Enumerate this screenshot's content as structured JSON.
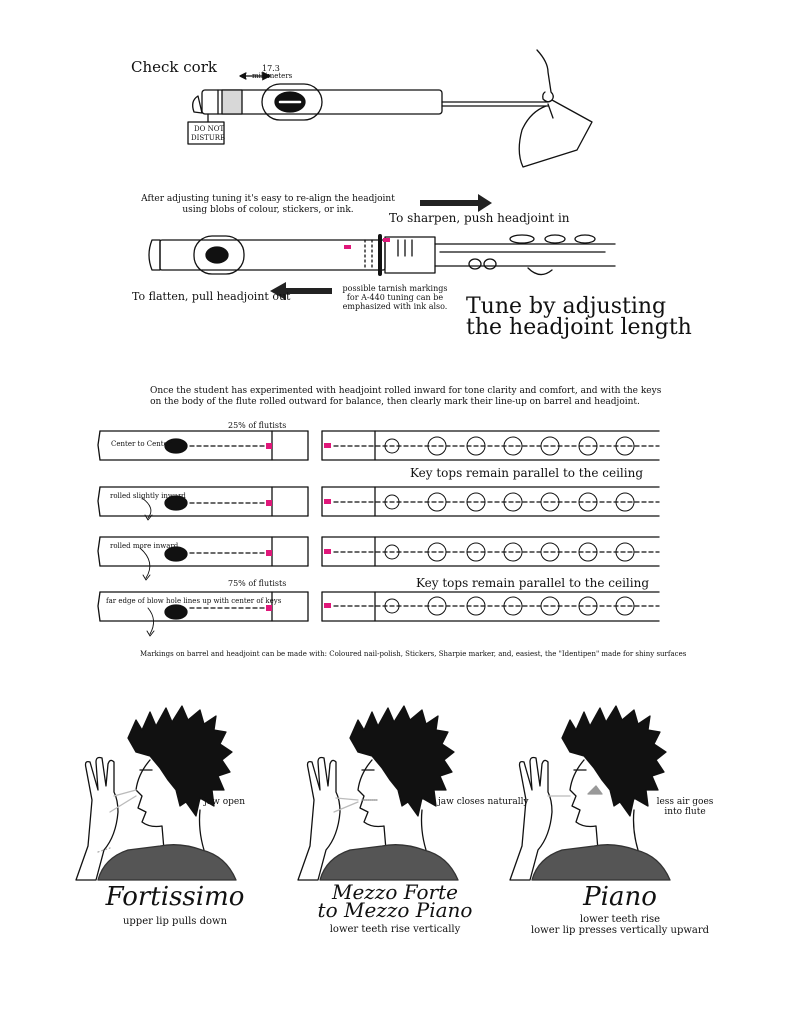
{
  "section_cork": {
    "title": "Check cork",
    "measurement_value": "17.3",
    "measurement_unit": "millimeters",
    "tag_line1": "DO NOT",
    "tag_line2": "DISTURB"
  },
  "section_tuning": {
    "realign_note_line1": "After adjusting tuning it's easy to re-align the headjoint",
    "realign_note_line2": "using blobs of colour, stickers, or ink.",
    "sharpen_label": "To sharpen, push headjoint in",
    "flatten_label": "To flatten, pull headjoint out",
    "tarnish_line1": "possible tarnish markings",
    "tarnish_line2": "for A-440 tuning can be",
    "tarnish_line3": "emphasized with ink also.",
    "heading_line1": "Tune by adjusting",
    "heading_line2": "the headjoint length"
  },
  "section_alignment": {
    "intro_line1": "Once the student has experimented with headjoint rolled inward for tone clarity and comfort, and with the keys",
    "intro_line2": "on the body of the flute rolled outward for balance, then clearly mark their line-up on barrel and headjoint.",
    "pct_25": "25% of flutists",
    "pct_75": "75% of flutists",
    "row1_label": "Center to Center",
    "row2_label": "rolled slightly inward",
    "row3_label": "rolled more inward",
    "row4_label": "far edge of blow hole lines up with center of keys",
    "key_tops_1": "Key tops remain parallel to the ceiling",
    "key_tops_2": "Key tops remain parallel to the ceiling",
    "markings_note": "Markings on barrel and headjoint can be made with: Coloured nail-polish, Stickers, Sharpie marker, and, easiest, the \"Identipen\" made for shiny surfaces",
    "marker_color": "#e0177a"
  },
  "section_dynamics": {
    "fig1_note": "jaw open",
    "fig1_title": "Fortissimo",
    "fig1_caption": "upper lip pulls down",
    "fig2_note": "jaw closes naturally",
    "fig2_title_line1": "Mezzo Forte",
    "fig2_title_line2": "to Mezzo Piano",
    "fig2_caption": "lower teeth rise vertically",
    "fig3_note_line1": "less air goes",
    "fig3_note_line2": "into flute",
    "fig3_title": "Piano",
    "fig3_caption_line1": "lower teeth rise",
    "fig3_caption_line2": "lower lip presses vertically upward"
  }
}
